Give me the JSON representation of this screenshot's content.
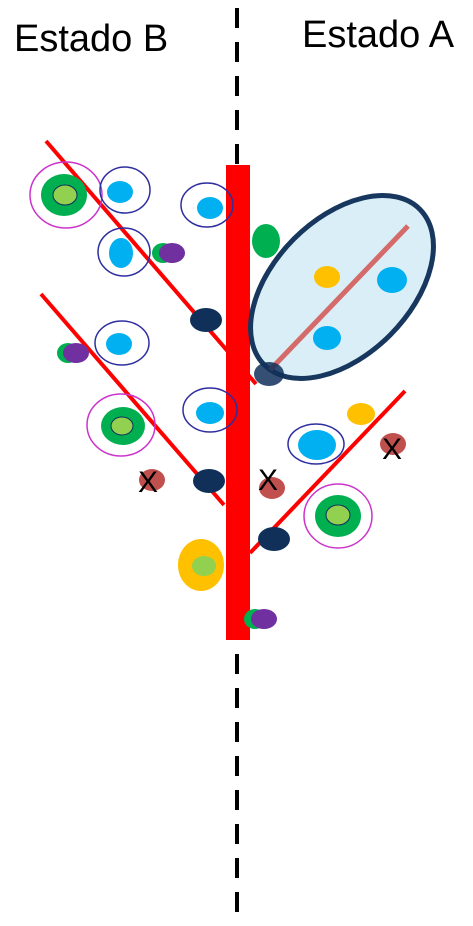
{
  "labels": {
    "left": "Estado B",
    "right": "Estado A"
  },
  "marks": {
    "x": "X"
  },
  "colors": {
    "branch": "#ff0000",
    "divider": "#000000",
    "ellipse_fill": "#d9eef6",
    "ellipse_stroke": "#17375e",
    "ellipse_line": "#d46a6a",
    "cyan_cell": "#00b0f0",
    "navy_cell": "#10305a",
    "green_cell": "#00b050",
    "lime_cell": "#92d050",
    "yellow_cell": "#ffc000",
    "purple_cell": "#7030a0",
    "dead_cell": "#c0504d",
    "ring_blue": "#2e2ea0",
    "ring_magenta": "#cc33cc"
  }
}
